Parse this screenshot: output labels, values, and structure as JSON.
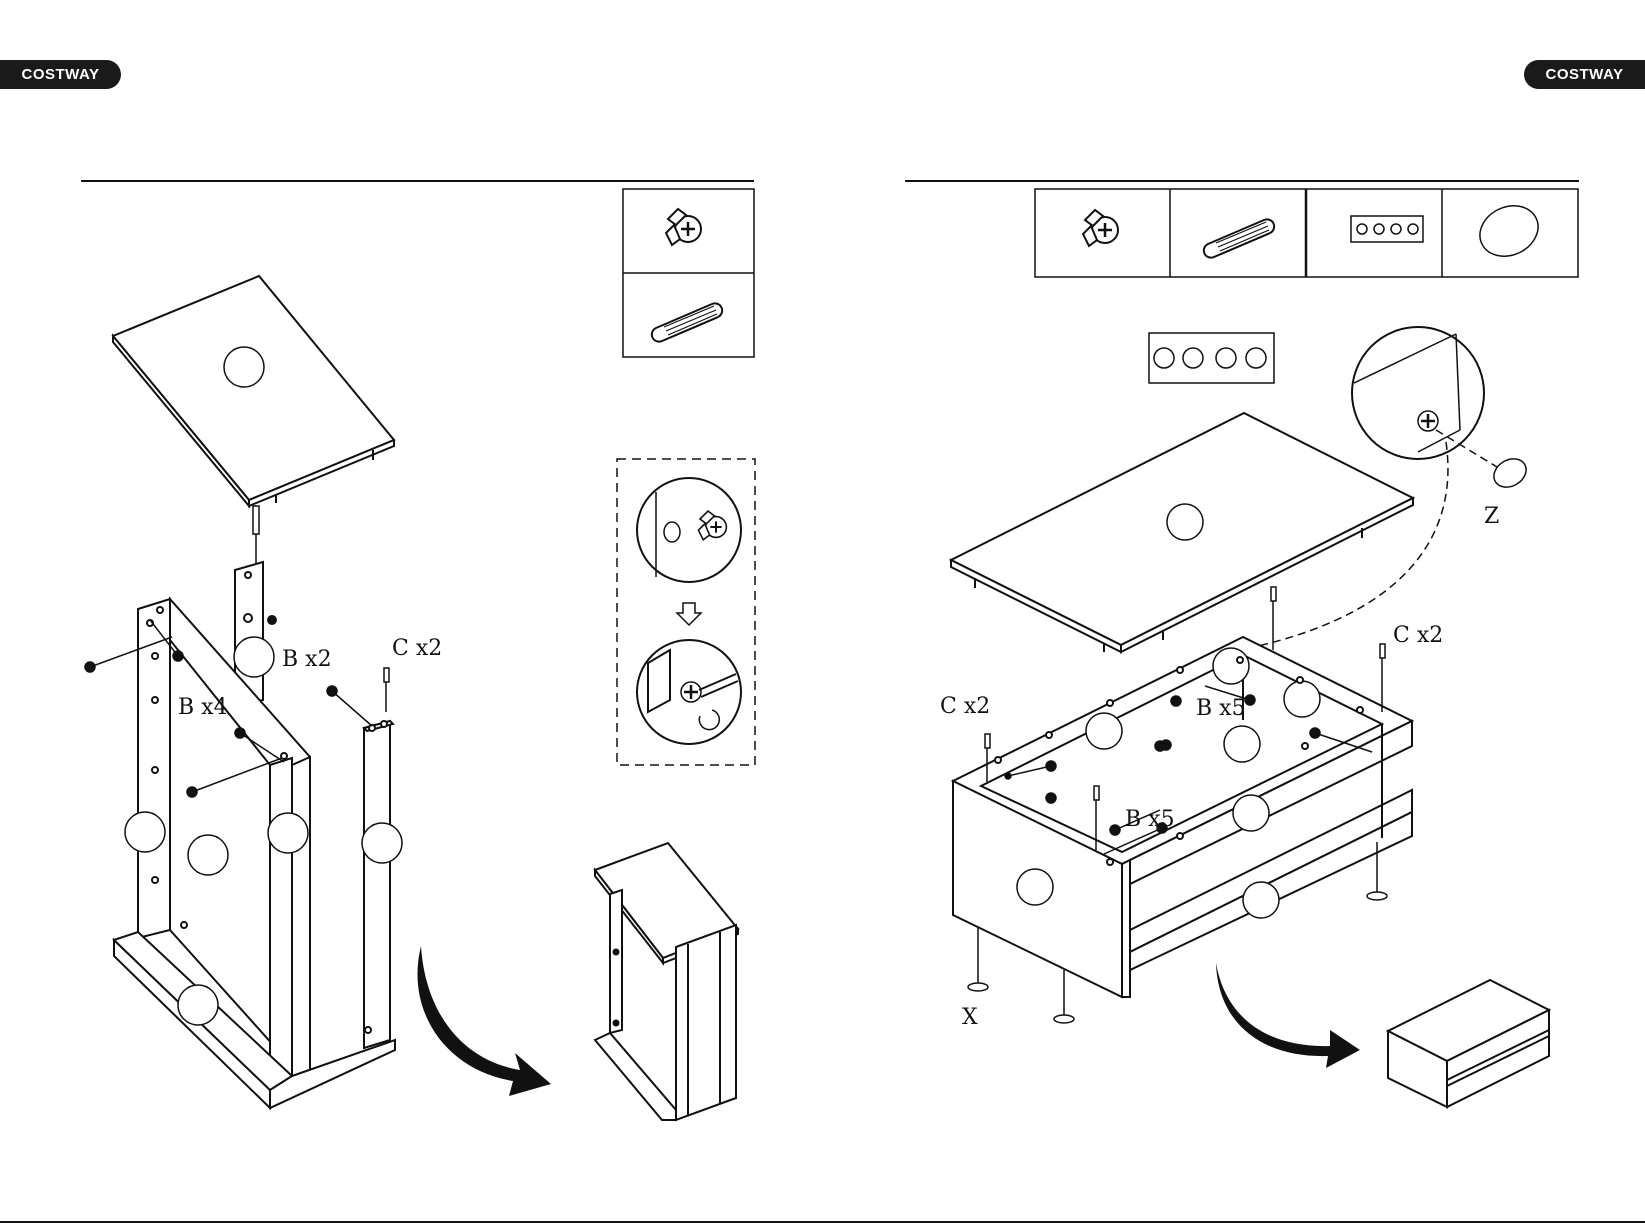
{
  "header": {
    "brand_left": "COSTWAY",
    "brand_right": "COSTWAY"
  },
  "left_step": {
    "label_b_small": "B x2",
    "label_b_large": "B x4",
    "label_c": "C x2"
  },
  "right_step": {
    "label_c_left": "C x2",
    "label_c_right": "C x2",
    "label_b_upper": "B x5",
    "label_b_lower": "B x5",
    "label_z": "Z",
    "label_x": "X"
  },
  "icons": {
    "cam_lock": "cam-lock-icon",
    "dowel": "dowel-icon",
    "cover_strip": "cover-cap-strip-icon",
    "cover_cap": "cover-cap-icon",
    "curved_arrow": "curved-arrow-icon"
  }
}
